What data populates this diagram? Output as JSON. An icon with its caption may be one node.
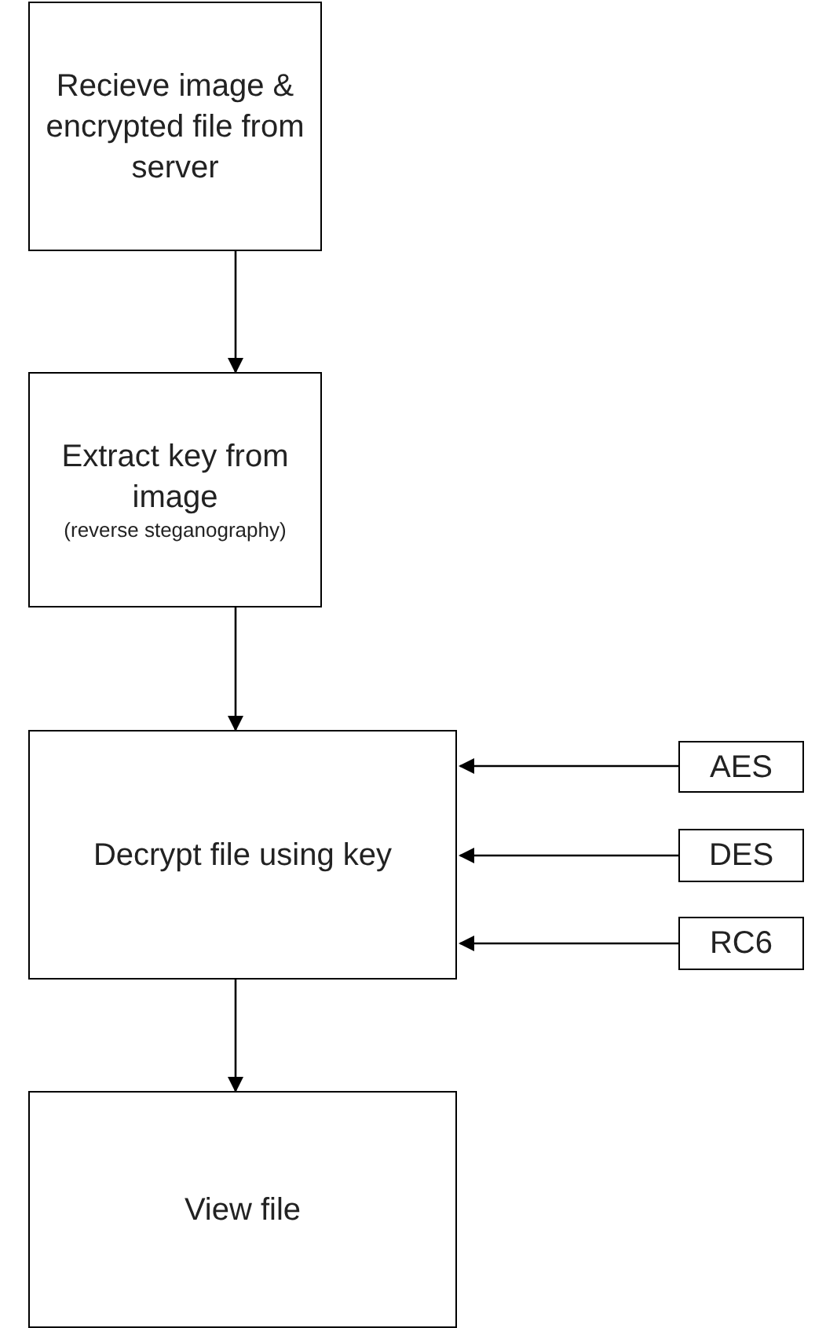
{
  "diagram": {
    "nodes": [
      {
        "text": [
          "Recieve image & encrypted file from server"
        ]
      },
      {
        "text": [
          "Extract key from image",
          "(reverse steganography)"
        ]
      },
      {
        "text": [
          "Decrypt file using key"
        ]
      },
      {
        "text": [
          "View file"
        ]
      },
      {
        "text": [
          "AES"
        ]
      },
      {
        "text": [
          "DES"
        ]
      },
      {
        "text": [
          "RC6"
        ]
      }
    ],
    "edges": [
      {
        "from": 0,
        "to": 1,
        "arrow": "to"
      },
      {
        "from": 1,
        "to": 2,
        "arrow": "to"
      },
      {
        "from": 4,
        "to": 2,
        "arrow": "to"
      },
      {
        "from": 5,
        "to": 2,
        "arrow": "to"
      },
      {
        "from": 6,
        "to": 2,
        "arrow": "to"
      },
      {
        "from": 2,
        "to": 3,
        "arrow": "to"
      }
    ]
  }
}
